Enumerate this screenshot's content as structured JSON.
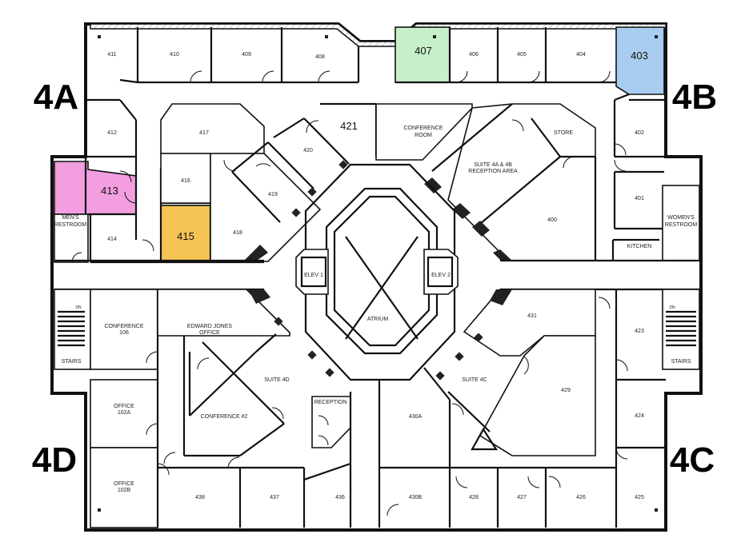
{
  "colors": {
    "room_407": "#c8f0c8",
    "room_403": "#a8cdf0",
    "room_413": "#f29ee0",
    "room_415": "#f5c453"
  },
  "wings": {
    "a": "4A",
    "b": "4B",
    "c": "4C",
    "d": "4D"
  },
  "rooms": {
    "r411": "411",
    "r410": "410",
    "r409": "409",
    "r408": "408",
    "r407": "407",
    "r406": "406",
    "r405": "405",
    "r404": "404",
    "r403": "403",
    "r412": "412",
    "r413": "413",
    "r414": "414",
    "r415": "415",
    "r416": "416",
    "r417": "417",
    "r418": "418",
    "r419": "419",
    "r420": "420",
    "r421": "421",
    "r402": "402",
    "r401": "401",
    "r400": "400",
    "conference_room_1": "CONFERENCE",
    "conference_room_2": "ROOM",
    "suite_ab_1": "SUITE 4A & 4B",
    "suite_ab_2": "RECEPTION AREA",
    "store": "STORE",
    "kitchen": "KITCHEN",
    "mens_1": "MEN'S",
    "mens_2": "RESTROOM",
    "womens_1": "WOMEN'S",
    "womens_2": "RESTROOM",
    "elev1": "ELEV 1",
    "elev2": "ELEV 2",
    "atrium": "ATRIUM",
    "stairs_left": "STAIRS",
    "stairs_right": "STAIRS",
    "dn_left": "DN",
    "dn_right": "DN",
    "conf106_1": "CONFERENCE",
    "conf106_2": "106",
    "office102a_1": "OFFICE",
    "office102a_2": "102A",
    "office102b_1": "OFFICE",
    "office102b_2": "102B",
    "ej_1": "EDWARD JONES",
    "ej_2": "OFFICE",
    "suite4d": "SUITE 4D",
    "conf2": "CONFERENCE #2",
    "reception": "RECEPTION",
    "suite4c": "SUITE 4C",
    "r423": "423",
    "r424": "424",
    "r425": "425",
    "r426": "426",
    "r427": "427",
    "r428": "428",
    "r429": "429",
    "r430a": "430A",
    "r430b": "430B",
    "r431": "431",
    "r436": "436",
    "r437": "437",
    "r438": "438"
  }
}
